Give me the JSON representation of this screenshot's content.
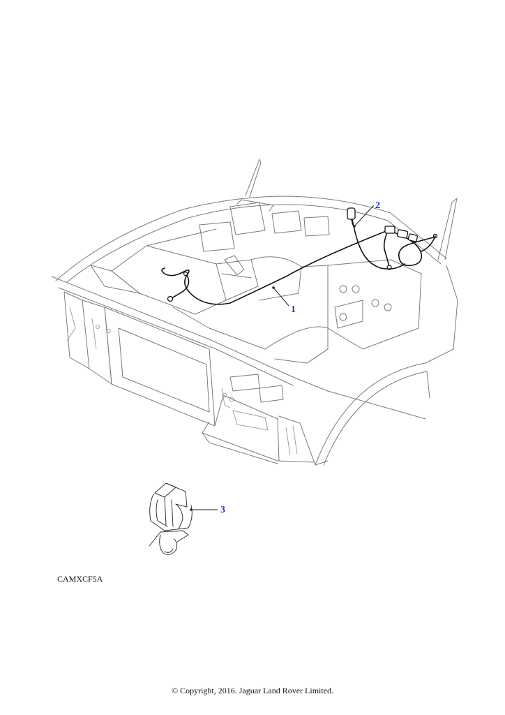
{
  "diagram": {
    "callouts": [
      {
        "label": "1"
      },
      {
        "label": "2"
      },
      {
        "label": "3"
      }
    ],
    "figure_code": "CAMXCF5A",
    "copyright": "© Copyright, 2016. Jaguar Land Rover Limited."
  },
  "colors": {
    "callout": "#1a3fbf",
    "outline": "#7a7a7a",
    "harness": "#111111"
  }
}
